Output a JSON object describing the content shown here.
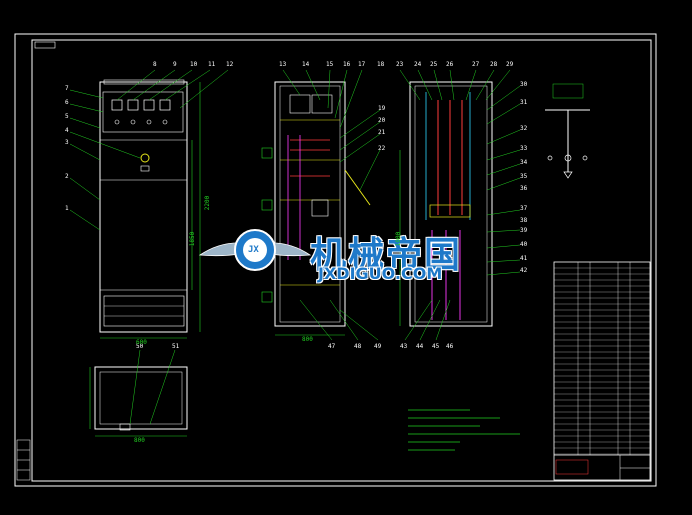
{
  "drawing": {
    "title_block_code": "",
    "watermark": {
      "cn": "机械帝国",
      "en": "JXDIGUO.COM",
      "logo_letters": "JX"
    },
    "front_callouts": [
      "1",
      "2",
      "3",
      "4",
      "5",
      "6",
      "7",
      "8",
      "9",
      "10",
      "11",
      "12"
    ],
    "mid_callouts": [
      "13",
      "14",
      "15",
      "16",
      "17",
      "18",
      "19",
      "20",
      "21",
      "22"
    ],
    "right_callouts": [
      "23",
      "24",
      "25",
      "26",
      "27",
      "28",
      "29",
      "30",
      "31",
      "32",
      "33",
      "34",
      "35",
      "36",
      "37",
      "38",
      "39",
      "40",
      "41",
      "42"
    ],
    "bottom_callouts": [
      "43",
      "44",
      "45",
      "46",
      "47",
      "48",
      "49",
      "50",
      "51"
    ],
    "dims": {
      "front_height": "2200",
      "front_inner": "1850",
      "front_width": "600",
      "base_depth": "800",
      "mid_width": "800",
      "side_depth": "1000"
    },
    "colors": {
      "outline": "#ffffff",
      "green": "#22d022",
      "yellow": "#e6e61a",
      "red": "#ff3b3b",
      "magenta": "#ff3bff",
      "cyan": "#2fd6ff",
      "watermark": "#1e79c9"
    }
  }
}
